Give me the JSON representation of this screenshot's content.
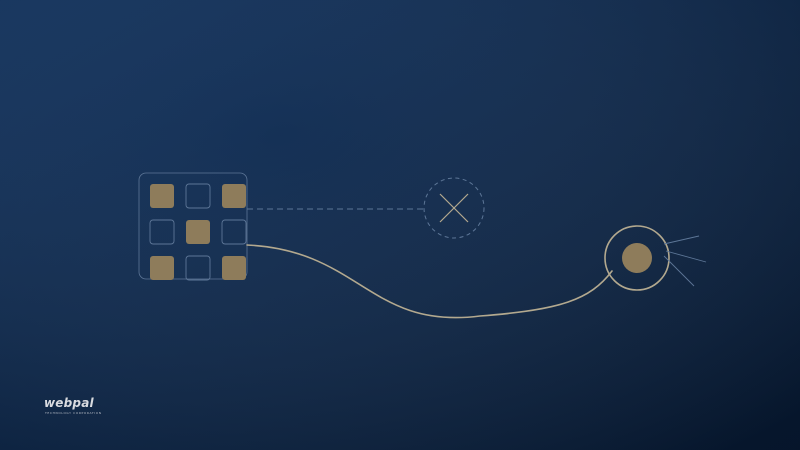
{
  "theme": {
    "background_top": "#0d2f5c",
    "background_bottom": "#071a34",
    "accent": "#8e7c5b",
    "line": "#b3a98f",
    "dashed": "#5d7697",
    "logo_color": "#d9dbe0"
  },
  "grid": {
    "rows": 3,
    "cols": 3,
    "filled": [
      [
        true,
        false,
        true
      ],
      [
        false,
        true,
        false
      ],
      [
        true,
        false,
        true
      ]
    ]
  },
  "icons": {
    "rejected_target": "x-circle-icon",
    "accepted_target": "target-icon"
  },
  "brand": {
    "name": "webpal",
    "tagline": "TECHNOLOGY CORPORATION"
  }
}
